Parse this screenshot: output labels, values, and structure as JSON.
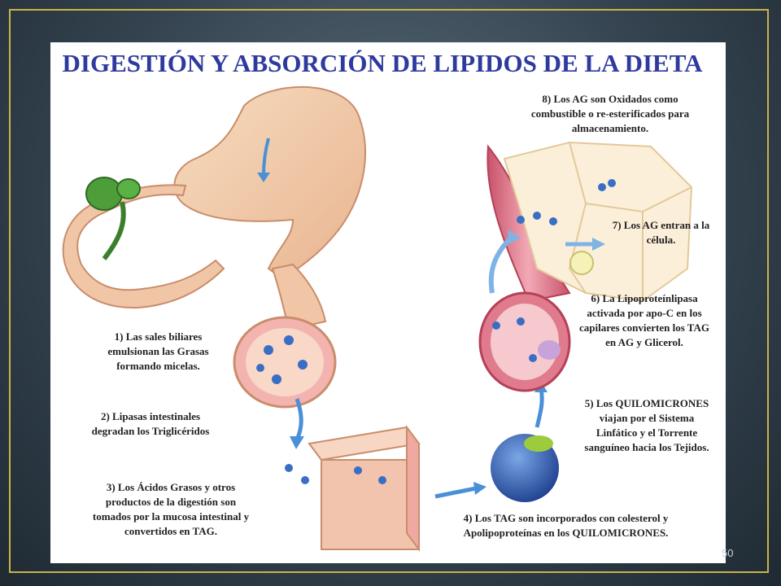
{
  "title": "DIGESTIÓN  Y ABSORCIÓN DE LIPIDOS DE LA DIETA",
  "steps": [
    "1) Las sales biliares emulsionan las Grasas formando micelas.",
    "2)  Lipasas intestinales degradan los Triglicéridos",
    "3) Los Ácidos Grasos y otros productos de la digestión son tomados por la mucosa intestinal y convertidos en TAG.",
    "4) Los TAG son incorporados con colesterol y Apolipoproteínas en los QUILOMICRONES.",
    "5) Los QUILOMICRONES viajan por el Sistema Linfático y el Torrente sanguíneo hacia los Tejidos.",
    "6) La Lipoproteínlipasa activada por apo-C en los capilares convierten los TAG en AG y Glicerol.",
    "7) Los AG entran a la célula.",
    "8) Los AG son Oxidados como combustible o re-esterificados para almacenamiento."
  ],
  "page_number": "50",
  "colors": {
    "title": "#2e3a9e",
    "frame": "#c9b34a",
    "background": "#34434f"
  }
}
